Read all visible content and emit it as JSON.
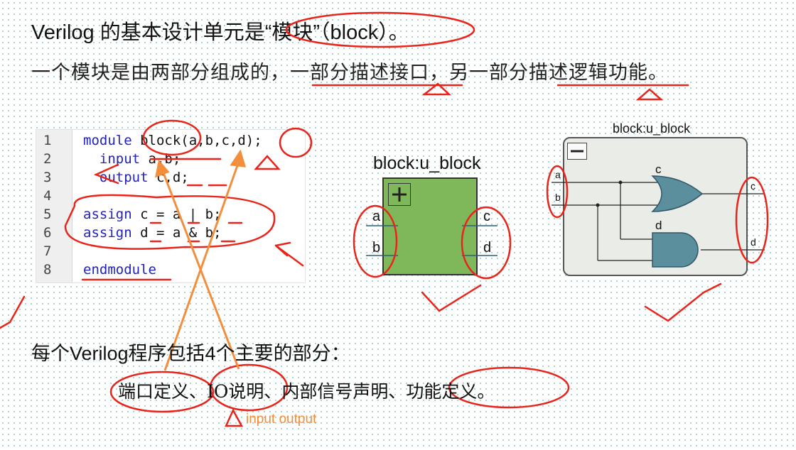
{
  "title": {
    "pre": "Verilog 的基本设计单元是",
    "highlight": "“模块”（block）。"
  },
  "subtitle": "一个模块是由两部分组成的，一部分描述接口，另一部分描述逻辑功能。",
  "code": {
    "line_numbers": [
      "1",
      "2",
      "3",
      "4",
      "5",
      "6",
      "7",
      "8"
    ],
    "lines": [
      {
        "kw": "module",
        "rest": " block(a,b,c,d);"
      },
      {
        "kw": "  input",
        "rest": " a,b;"
      },
      {
        "kw": "  output",
        "rest": " c,d;"
      },
      {
        "kw": "",
        "rest": ""
      },
      {
        "kw": "assign",
        "rest": " c = a | b;"
      },
      {
        "kw": "assign",
        "rest": " d = a & b;"
      },
      {
        "kw": "",
        "rest": ""
      },
      {
        "kw": "endmodule",
        "rest": ""
      }
    ]
  },
  "block_symbol": {
    "title": "block:u_block",
    "inputs": [
      "a",
      "b"
    ],
    "outputs": [
      "c",
      "d"
    ],
    "expand_icon": "plus-icon"
  },
  "rtl_view": {
    "title": "block:u_block",
    "inputs": [
      "a",
      "b"
    ],
    "outputs": [
      "c",
      "d"
    ],
    "gates": [
      {
        "label": "c",
        "type": "or"
      },
      {
        "label": "d",
        "type": "and"
      }
    ],
    "collapse_icon": "minus-icon"
  },
  "section2": "每个Verilog程序包括4个主要的部分：",
  "parts": "端口定义、IO说明、内部信号声明、功能定义。",
  "annotation": "input output",
  "colors": {
    "keyword": "#2222bb",
    "block_fill": "#7fb85a",
    "gate_fill": "#5b8f9e",
    "red_ink": "#e8241b",
    "orange_arrow": "#f28e3c"
  }
}
